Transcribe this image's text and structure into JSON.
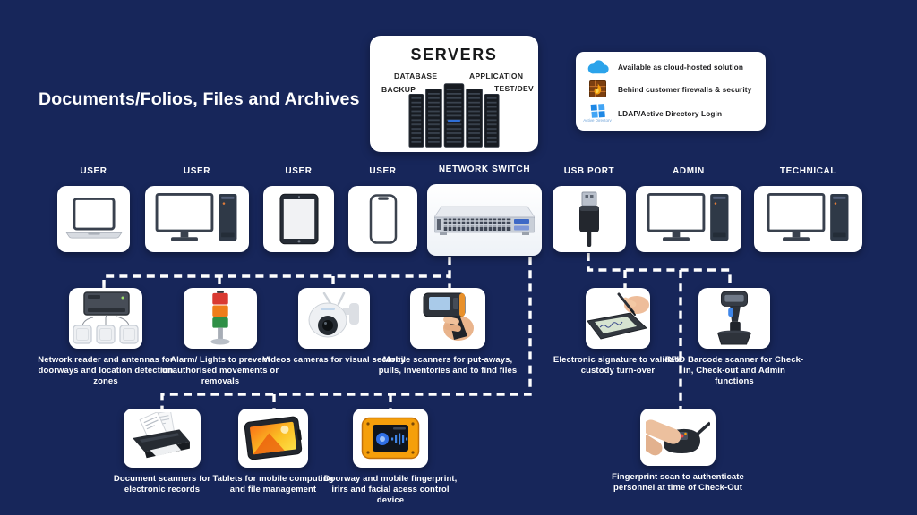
{
  "page": {
    "title": "Documents/Folios, Files and Archives"
  },
  "servers_box": {
    "title": "SERVERS",
    "labels": {
      "database": "DATABASE",
      "backup": "BACKUP",
      "application": "APPLICATION",
      "test_dev": "TEST/DEV"
    }
  },
  "features_box": {
    "items": [
      {
        "icon": "cloud-icon",
        "label": "Available as cloud-hosted solution"
      },
      {
        "icon": "firewall-icon",
        "label": "Behind customer firewalls & security"
      },
      {
        "icon": "active-directory-icon",
        "icon_caption": "Active Directory",
        "label": "LDAP/Active Directory Login"
      }
    ]
  },
  "devices": [
    {
      "label": "USER",
      "type": "laptop"
    },
    {
      "label": "USER",
      "type": "desktop"
    },
    {
      "label": "USER",
      "type": "tablet"
    },
    {
      "label": "USER",
      "type": "phone"
    },
    {
      "label": "NETWORK SWITCH",
      "type": "network-switch"
    },
    {
      "label": "USB PORT",
      "type": "usb-plug"
    },
    {
      "label": "ADMIN",
      "type": "desktop"
    },
    {
      "label": "TECHNICAL",
      "type": "desktop"
    }
  ],
  "peripherals_middle": [
    {
      "name": "network-reader",
      "caption": "Network reader and antennas for doorways and location detection zones"
    },
    {
      "name": "alarm-lights",
      "caption": "Alarm/ Lights to prevent unauthorised movements or removals"
    },
    {
      "name": "video-camera",
      "caption": "Videos cameras for visual security"
    },
    {
      "name": "mobile-scanner",
      "caption": "Mobile scanners for put-aways, pulls, inventories and to find files"
    },
    {
      "name": "signature-pad",
      "caption": "Electronic signature to validate custody turn-over"
    },
    {
      "name": "rfid-scanner",
      "caption": "RFID Barcode scanner for Check-in, Check-out and Admin functions"
    }
  ],
  "peripherals_bottom": [
    {
      "name": "document-scanner",
      "caption": "Document scanners for electronic records"
    },
    {
      "name": "rugged-tablet",
      "caption": "Tablets for mobile computing and file management"
    },
    {
      "name": "access-control",
      "caption": "Doorway and mobile fingerprint, irirs and facial acess control device"
    },
    {
      "name": "fingerprint-reader",
      "caption": "Fingerprint scan to authenticate personnel at time of Check-Out"
    }
  ],
  "colors": {
    "background": "#17265a",
    "card": "#ffffff",
    "connector": "#ffffff",
    "text": "#ffffff",
    "cloud_blue": "#2ba3ea",
    "alarm_red": "#d93a32",
    "alarm_orange": "#ef7d1a",
    "alarm_green": "#2f8f46",
    "rugged_orange": "#f59f0b"
  }
}
